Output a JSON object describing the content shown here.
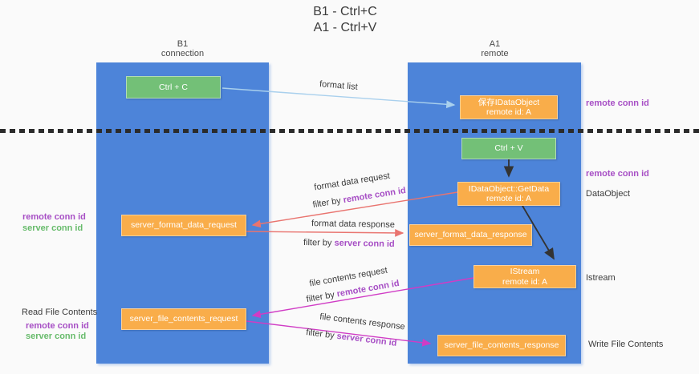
{
  "title": {
    "line1": "B1 - Ctrl+C",
    "line2": "A1 - Ctrl+V"
  },
  "lifelines": {
    "left": {
      "name": "B1",
      "role": "connection"
    },
    "right": {
      "name": "A1",
      "role": "remote"
    }
  },
  "nodes": {
    "ctrl_c": {
      "label": "Ctrl + C"
    },
    "ctrl_v": {
      "label": "Ctrl + V"
    },
    "save_dataobject": {
      "line1": "保存IDataObject",
      "line2": "remote id: A"
    },
    "getdata": {
      "line1": "IDataObject::GetData",
      "line2": "remote id: A"
    },
    "istream": {
      "line1": "IStream",
      "line2": "remote id: A"
    },
    "format_request": {
      "label": "server_format_data_request"
    },
    "format_response": {
      "label": "server_format_data_response"
    },
    "file_request": {
      "label": "server_file_contents_request"
    },
    "file_response": {
      "label": "server_file_contents_response"
    }
  },
  "arrows": {
    "format_list": {
      "label": "format list"
    },
    "format_data_request": {
      "label": "format data request",
      "filter_prefix": "filter by ",
      "filter_key": "remote conn id"
    },
    "format_data_response": {
      "label": "format data response",
      "filter_prefix": "filter by ",
      "filter_key": "server conn id"
    },
    "file_contents_request": {
      "label": "file contents request",
      "filter_prefix": "filter by ",
      "filter_key": "remote conn id"
    },
    "file_contents_response": {
      "label": "file contents response",
      "filter_prefix": "filter by ",
      "filter_key": "server conn id"
    }
  },
  "annotations": {
    "remote_conn_id_top": "remote conn id",
    "remote_conn_id_mid": "remote conn id",
    "dataobject": "DataObject",
    "istream": "Istream",
    "write_file_contents": "Write File Contents",
    "read_file_contents": "Read File Contents",
    "format_side": {
      "remote": "remote conn id",
      "server": "server conn id"
    },
    "file_side": {
      "remote": "remote conn id",
      "server": "server conn id"
    }
  },
  "colors": {
    "bg": "#fafafa",
    "lifeline-blue": "#4d84d9",
    "box-green": "#73c077",
    "box-orange": "#f9ad4a",
    "box-text": "#ffffff",
    "text-dark": "#3b3b3b",
    "text-purple": "#a74fc5",
    "text-green": "#67bb6b",
    "arrow-lightblue": "#a9d0ed",
    "arrow-salmon": "#e9746f",
    "arrow-magenta": "#d03cc5",
    "arrow-black": "#333333"
  }
}
